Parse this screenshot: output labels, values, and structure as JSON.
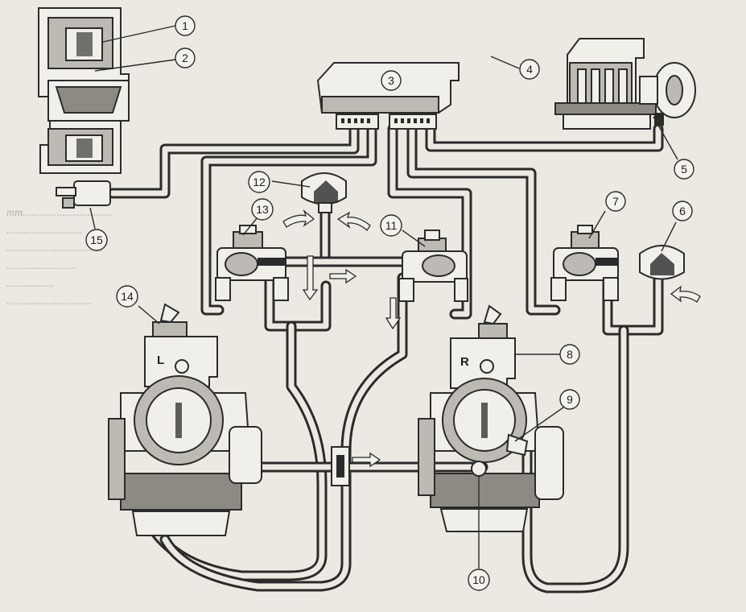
{
  "callouts": [
    {
      "id": "1",
      "label": "1"
    },
    {
      "id": "2",
      "label": "2"
    },
    {
      "id": "3",
      "label": "3"
    },
    {
      "id": "4",
      "label": "4"
    },
    {
      "id": "5",
      "label": "5"
    },
    {
      "id": "6",
      "label": "6"
    },
    {
      "id": "7",
      "label": "7"
    },
    {
      "id": "8",
      "label": "8"
    },
    {
      "id": "9",
      "label": "9"
    },
    {
      "id": "10",
      "label": "10"
    },
    {
      "id": "11",
      "label": "11"
    },
    {
      "id": "12",
      "label": "12"
    },
    {
      "id": "13",
      "label": "13"
    },
    {
      "id": "14",
      "label": "14"
    },
    {
      "id": "15",
      "label": "15"
    }
  ],
  "carburetors": {
    "left": {
      "letter": "L"
    },
    "right": {
      "letter": "R"
    }
  },
  "colors": {
    "ink": "#2b2b2b",
    "paper": "#ece9e2"
  }
}
